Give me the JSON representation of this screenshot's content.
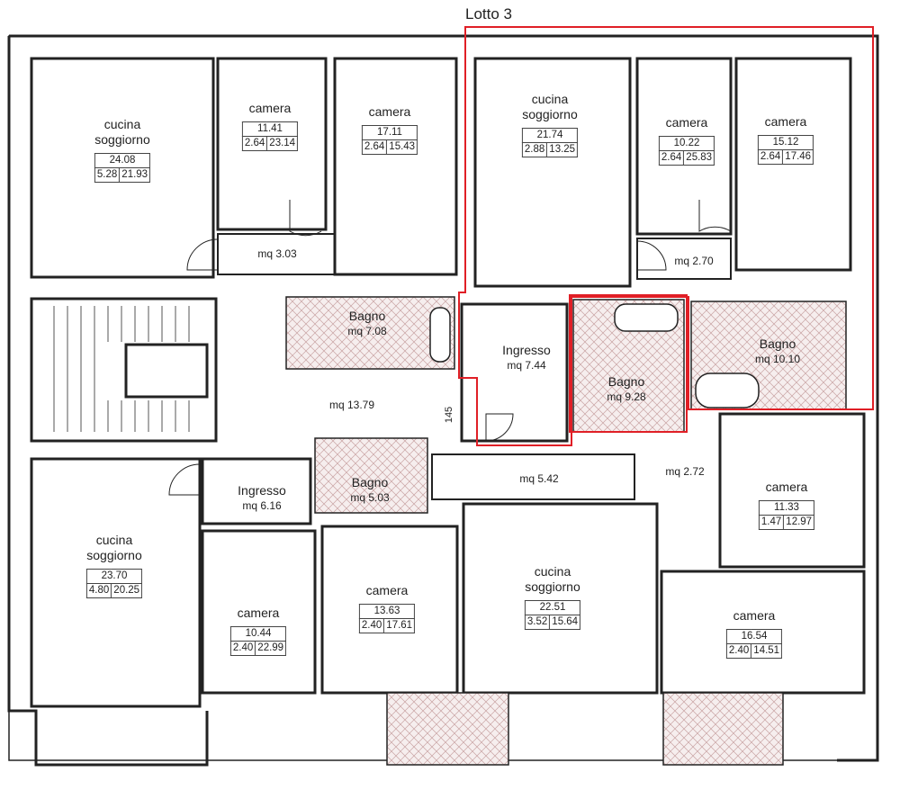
{
  "title": "Lotto 3",
  "accent_color": "#e01f26",
  "rooms": {
    "tl_cucina": {
      "name1": "cucina",
      "name2": "soggiorno",
      "area": "24.08",
      "h": "5.28",
      "r": "21.93"
    },
    "t_camera1": {
      "name": "camera",
      "area": "11.41",
      "h": "2.64",
      "r": "23.14"
    },
    "t_camera2": {
      "name": "camera",
      "area": "17.11",
      "h": "2.64",
      "r": "15.43"
    },
    "tr_cucina": {
      "name1": "cucina",
      "name2": "soggiorno",
      "area": "21.74",
      "h": "2.88",
      "r": "13.25"
    },
    "tr_camera1": {
      "name": "camera",
      "area": "10.22",
      "h": "2.64",
      "r": "25.83"
    },
    "tr_camera2": {
      "name": "camera",
      "area": "15.12",
      "h": "2.64",
      "r": "17.46"
    },
    "bagno_708": {
      "name": "Bagno",
      "mq": "mq 7.08"
    },
    "ingresso_744": {
      "name": "Ingresso",
      "mq": "mq 7.44"
    },
    "bagno_928": {
      "name": "Bagno",
      "mq": "mq 9.28"
    },
    "bagno_1010": {
      "name": "Bagno",
      "mq": "mq 10.10"
    },
    "ingresso_616": {
      "name": "Ingresso",
      "mq": "mq 6.16"
    },
    "bagno_503": {
      "name": "Bagno",
      "mq": "mq 5.03"
    },
    "bl_cucina": {
      "name1": "cucina",
      "name2": "soggiorno",
      "area": "23.70",
      "h": "4.80",
      "r": "20.25"
    },
    "b_camera1": {
      "name": "camera",
      "area": "10.44",
      "h": "2.40",
      "r": "22.99"
    },
    "b_camera2": {
      "name": "camera",
      "area": "13.63",
      "h": "2.40",
      "r": "17.61"
    },
    "b_cucina": {
      "name1": "cucina",
      "name2": "soggiorno",
      "area": "22.51",
      "h": "3.52",
      "r": "15.64"
    },
    "br_camera1": {
      "name": "camera",
      "area": "11.33",
      "h": "1.47",
      "r": "12.97"
    },
    "br_camera2": {
      "name": "camera",
      "area": "16.54",
      "h": "2.40",
      "r": "14.51"
    }
  },
  "corridors": {
    "c303": "mq 3.03",
    "c270": "mq 2.70",
    "c1379": "mq  13.79",
    "c542": "mq 5.42",
    "c272": "mq 2.72"
  },
  "dimension_145": "145"
}
